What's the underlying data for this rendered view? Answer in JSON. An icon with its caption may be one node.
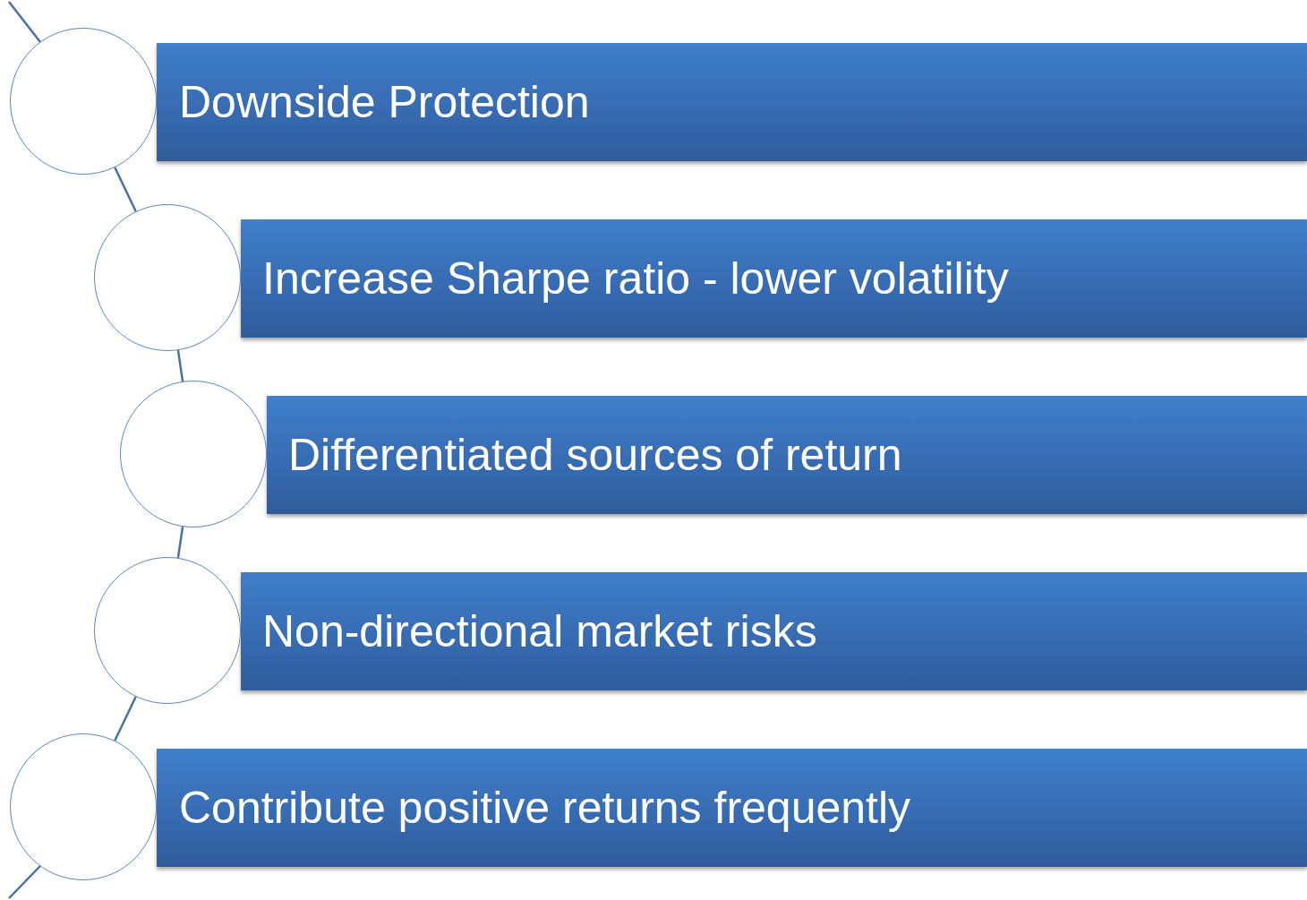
{
  "diagram": {
    "nodes": [
      {
        "text": [
          "Downside Protection"
        ]
      },
      {
        "text": [
          "Increase Sharpe ratio - lower volatility"
        ]
      },
      {
        "text": [
          "Differentiated sources of return"
        ]
      },
      {
        "text": [
          "Non-directional market risks"
        ]
      },
      {
        "text": [
          "Contribute positive returns frequently"
        ]
      },
      {
        "text": [],
        "shape": "circle"
      },
      {
        "text": [],
        "shape": "circle"
      },
      {
        "text": [],
        "shape": "circle"
      },
      {
        "text": [],
        "shape": "circle"
      },
      {
        "text": [],
        "shape": "circle"
      }
    ],
    "edges": [
      {
        "from": 5,
        "to": 6,
        "arrow": "none"
      },
      {
        "from": 6,
        "to": 7,
        "arrow": "none"
      },
      {
        "from": 7,
        "to": 8,
        "arrow": "none"
      },
      {
        "from": 8,
        "to": 9,
        "arrow": "none"
      }
    ]
  }
}
